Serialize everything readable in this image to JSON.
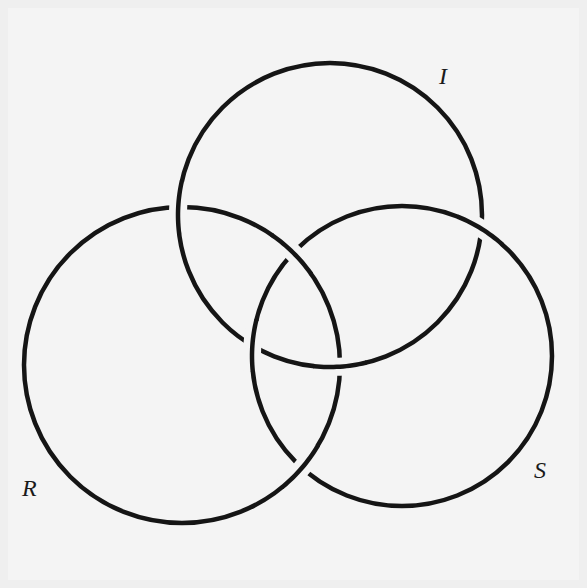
{
  "diagram": {
    "labels": [
      "I",
      "R",
      "S"
    ]
  }
}
